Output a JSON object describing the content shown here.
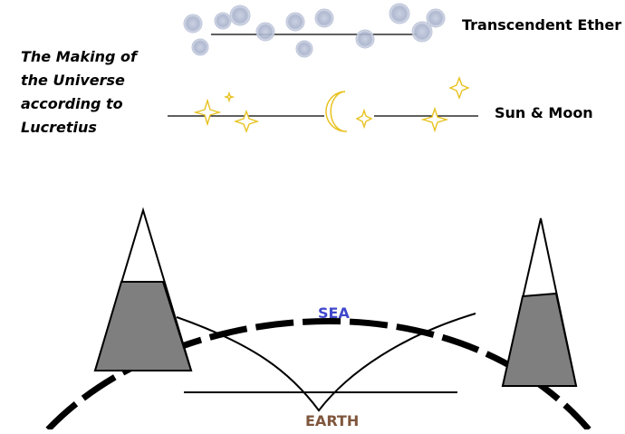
{
  "title": "The Making of the Universe according to Lucretius",
  "layers": {
    "ether": "Transcendent Ether",
    "sun_moon": "Sun & Moon",
    "sea": "SEA",
    "earth": "EARTH"
  },
  "colors": {
    "sea_label": "#3f48cc",
    "earth_label": "#7f563d",
    "star_stroke": "#e8c220",
    "moon_stroke": "#e8c220",
    "cloud": "#9aa6c4",
    "mountain_fill": "#7f7f7f",
    "ink": "#000000"
  },
  "icons": [
    "cloud-icon",
    "star-icon",
    "moon-icon",
    "mountain-icon"
  ]
}
